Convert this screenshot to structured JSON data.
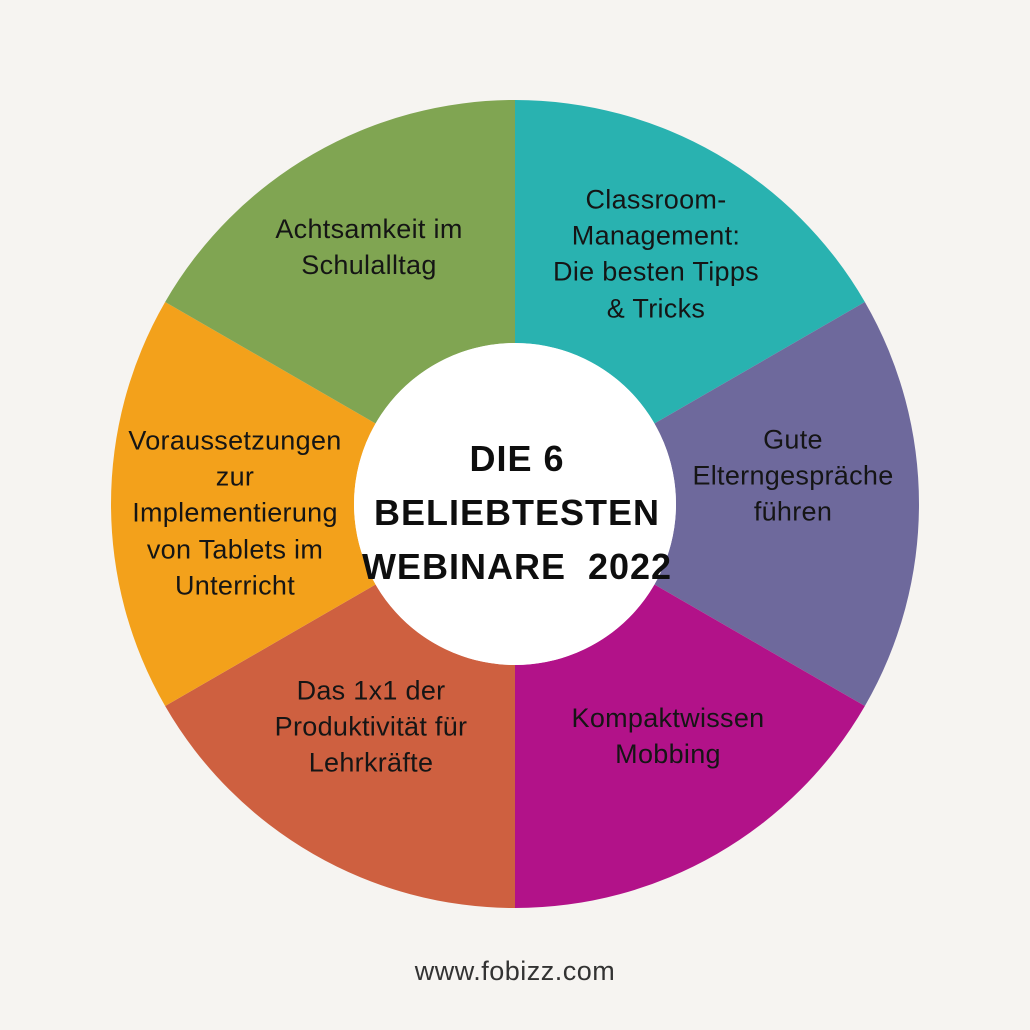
{
  "center": {
    "title": "DIE 6\nBELIEBTESTEN\nWEBINARE  2022"
  },
  "footer": {
    "url": "www.fobizz.com"
  },
  "colors": {
    "background": "#f6f4f1",
    "hole": "#ffffff",
    "label_text": "#151515"
  },
  "chart_data": {
    "type": "pie",
    "donut": true,
    "title": "DIE 6 BELIEBTESTEN WEBINARE 2022",
    "start_angle_deg": -90,
    "direction": "clockwise",
    "legend_position": "on-slices",
    "segments": [
      {
        "key": "classroom-management",
        "label": "Classroom-Management: Die besten Tipps & Tricks",
        "display": "Classroom-\nManagement:\nDie besten Tipps\n& Tricks",
        "value": 1,
        "share": "1/6",
        "color": "#29b2b0"
      },
      {
        "key": "elterngespraeche",
        "label": "Gute Elterngespräche führen",
        "display": "Gute\nElterngespräche\nführen",
        "value": 1,
        "share": "1/6",
        "color": "#6e699c"
      },
      {
        "key": "kompaktwissen-mobbing",
        "label": "Kompaktwissen Mobbing",
        "display": "Kompaktwissen\nMobbing",
        "value": 1,
        "share": "1/6",
        "color": "#b21289"
      },
      {
        "key": "produktivitaet",
        "label": "Das 1x1 der Produktivität für Lehrkräfte",
        "display": "Das 1x1 der\nProduktivität für\nLehrkräfte",
        "value": 1,
        "share": "1/6",
        "color": "#ce6040"
      },
      {
        "key": "tablets-unterricht",
        "label": "Voraussetzungen zur Implementierung von Tablets im Unterricht",
        "display": "Voraussetzungen\nzur\nImplementierung\nvon Tablets im\nUnterricht",
        "value": 1,
        "share": "1/6",
        "color": "#f3a11b"
      },
      {
        "key": "achtsamkeit",
        "label": "Achtsamkeit im Schulalltag",
        "display": "Achtsamkeit im\nSchulalltag",
        "value": 1,
        "share": "1/6",
        "color": "#80a552"
      }
    ]
  }
}
